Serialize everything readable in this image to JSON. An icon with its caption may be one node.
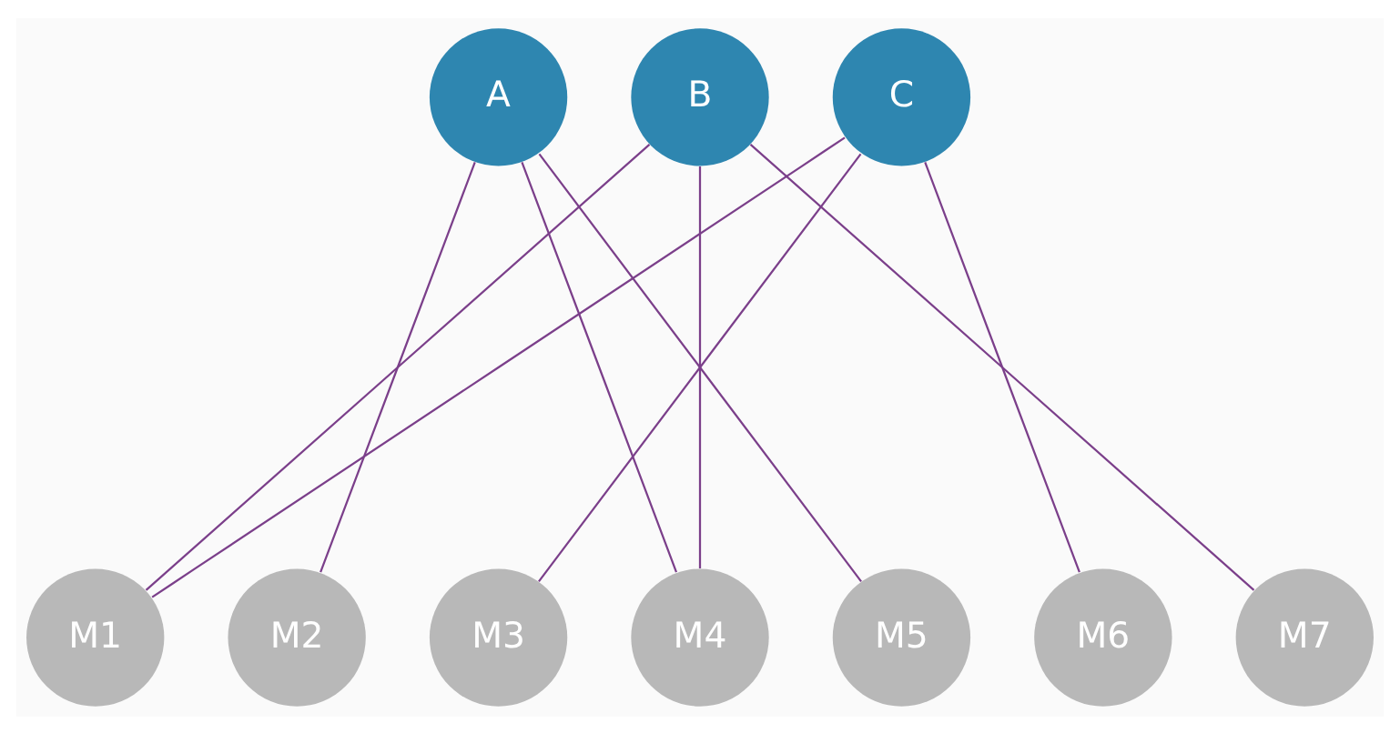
{
  "diagram": {
    "nodes": [
      {
        "text": [
          "A"
        ]
      },
      {
        "text": [
          "B"
        ]
      },
      {
        "text": [
          "C"
        ]
      },
      {
        "text": [
          "M1"
        ]
      },
      {
        "text": [
          "M2"
        ]
      },
      {
        "text": [
          "M3"
        ]
      },
      {
        "text": [
          "M4"
        ]
      },
      {
        "text": [
          "M5"
        ]
      },
      {
        "text": [
          "M6"
        ]
      },
      {
        "text": [
          "M7"
        ]
      }
    ],
    "edges": [
      {
        "from": 0,
        "to": 4,
        "arrow": "none"
      },
      {
        "from": 0,
        "to": 6,
        "arrow": "none"
      },
      {
        "from": 0,
        "to": 7,
        "arrow": "none"
      },
      {
        "from": 1,
        "to": 3,
        "arrow": "none"
      },
      {
        "from": 1,
        "to": 6,
        "arrow": "none"
      },
      {
        "from": 1,
        "to": 9,
        "arrow": "none"
      },
      {
        "from": 2,
        "to": 3,
        "arrow": "none"
      },
      {
        "from": 2,
        "to": 5,
        "arrow": "none"
      },
      {
        "from": 2,
        "to": 8,
        "arrow": "none"
      }
    ]
  }
}
